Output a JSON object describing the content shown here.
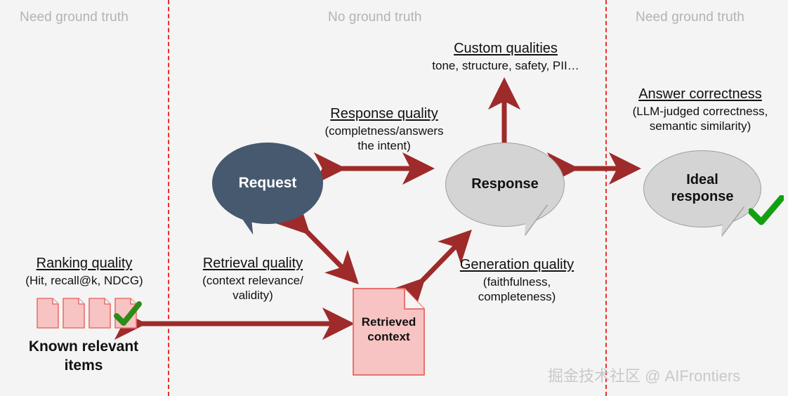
{
  "zones": {
    "left": "Need ground truth",
    "middle": "No ground truth",
    "right": "Need ground truth"
  },
  "nodes": {
    "request": "Request",
    "response": "Response",
    "ideal_response_line1": "Ideal",
    "ideal_response_line2": "response",
    "retrieved_context_line1": "Retrieved",
    "retrieved_context_line2": "context",
    "known_items_line1": "Known relevant",
    "known_items_line2": "items"
  },
  "annotations": {
    "custom_qualities": {
      "title": "Custom qualities",
      "sub_line1": "tone, structure, safety, PII…"
    },
    "answer_correctness": {
      "title": "Answer correctness",
      "sub_line1": "(LLM-judged correctness,",
      "sub_line2": "semantic similarity)"
    },
    "response_quality": {
      "title": "Response quality",
      "sub_line1": "(completness/answers",
      "sub_line2": "the intent)"
    },
    "ranking_quality": {
      "title": "Ranking quality",
      "sub_line1": "(Hit, recall@k, NDCG)"
    },
    "retrieval_quality": {
      "title": "Retrieval quality",
      "sub_line1": "(context relevance/",
      "sub_line2": "validity)"
    },
    "generation_quality": {
      "title": "Generation quality",
      "sub_line1": "(faithfulness,",
      "sub_line2": "completeness)"
    }
  },
  "icons": {
    "check_ideal": "green-check-icon",
    "check_docs": "green-check-icon",
    "doc_retrieved": "document-icon",
    "docs_known": "document-icon"
  },
  "watermark": "掘金技术社区 @ AIFrontiers",
  "colors": {
    "background": "#f4f4f4",
    "divider": "#e8302a",
    "arrow": "#9e2a2a",
    "request_fill": "#46596e",
    "response_fill": "#d4d4d4",
    "doc_fill": "#f7c3c3",
    "doc_stroke": "#e8726e",
    "check": "#12a012",
    "zone_label": "#b3b3b3",
    "watermark": "#c9c9c9"
  }
}
